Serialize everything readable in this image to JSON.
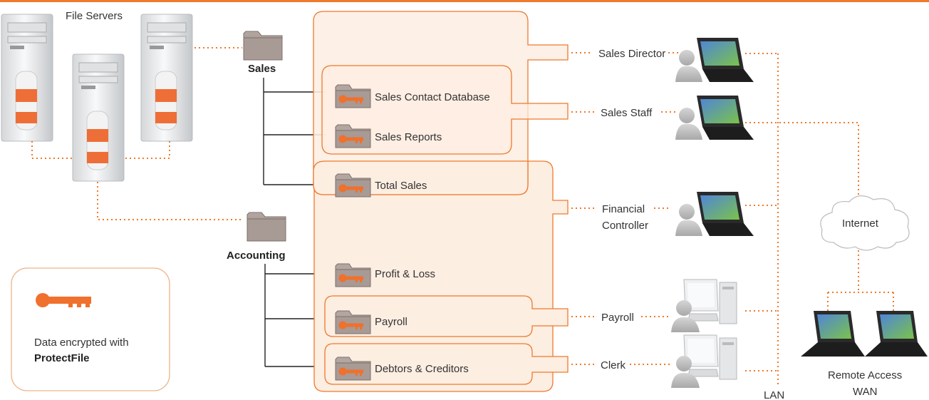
{
  "servers": {
    "label": "File Servers"
  },
  "folders": {
    "sales": "Sales",
    "accounting": "Accounting"
  },
  "files": {
    "sales_contact_db": "Sales Contact Database",
    "sales_reports": "Sales Reports",
    "total_sales": "Total Sales",
    "profit_loss": "Profit & Loss",
    "payroll": "Payroll",
    "debtors_creditors": "Debtors & Creditors"
  },
  "roles": {
    "sales_director": "Sales Director",
    "sales_staff": "Sales Staff",
    "financial_controller_1": "Financial",
    "financial_controller_2": "Controller",
    "payroll": "Payroll",
    "clerk": "Clerk"
  },
  "network": {
    "internet": "Internet",
    "lan": "LAN",
    "remote_1": "Remote Access",
    "remote_2": "WAN"
  },
  "legend": {
    "text": "Data encrypted with",
    "product": "ProtectFile"
  },
  "colors": {
    "accent": "#ee7a2c",
    "bubble_fill": "#fdeee2",
    "folder": "#a89a94"
  }
}
